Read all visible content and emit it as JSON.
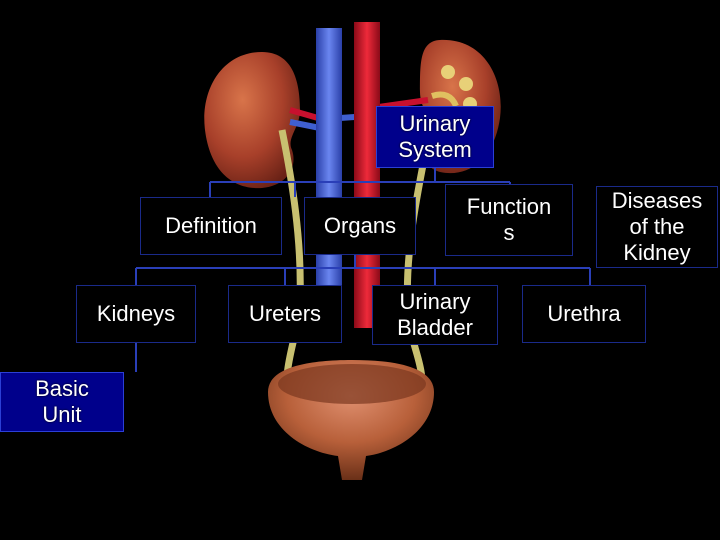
{
  "diagram": {
    "root": {
      "label": "Urinary\nSystem"
    },
    "level1": [
      {
        "id": "definition",
        "label": "Definition"
      },
      {
        "id": "organs",
        "label": "Organs"
      },
      {
        "id": "functions",
        "label": "Function\ns"
      },
      {
        "id": "diseases",
        "label": "Diseases\nof the\nKidney"
      }
    ],
    "organs": [
      {
        "id": "kidneys",
        "label": "Kidneys"
      },
      {
        "id": "ureters",
        "label": "Ureters"
      },
      {
        "id": "bladder",
        "label": "Urinary\nBladder"
      },
      {
        "id": "urethra",
        "label": "Urethra"
      }
    ],
    "kidney_children": [
      {
        "id": "basic-unit",
        "label": "Basic\nUnit"
      }
    ]
  },
  "colors": {
    "background": "#000000",
    "box_fill": "#00008b",
    "connector": "#2a3fb8",
    "vena_cava": "#3f5fd0",
    "aorta": "#c8102e",
    "kidney": "#b04a2a",
    "ureter": "#c8c070",
    "bladder": "#b8603a"
  },
  "icons": [
    "kidney-left-illustration",
    "kidney-right-section-illustration",
    "bladder-illustration",
    "aorta-illustration",
    "vena-cava-illustration"
  ]
}
